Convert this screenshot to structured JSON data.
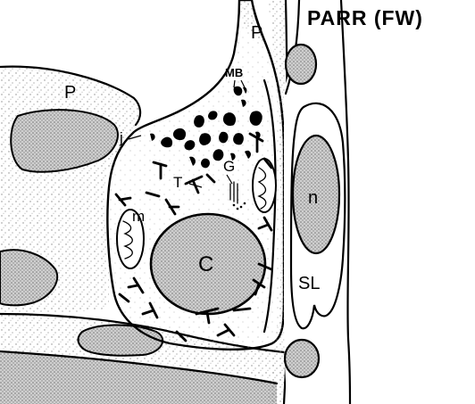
{
  "title": "PARR (FW)",
  "labels": {
    "p_top": "P",
    "p_left": "P",
    "mb": "MB",
    "j": "j",
    "t": "T",
    "g": "G",
    "m": "m",
    "c": "C",
    "n": "n",
    "sl": "SL"
  },
  "colors": {
    "ink": "#000000",
    "stipple": "#9a9a9a",
    "dense_fill": "#cfcfcf",
    "background": "#ffffff"
  }
}
